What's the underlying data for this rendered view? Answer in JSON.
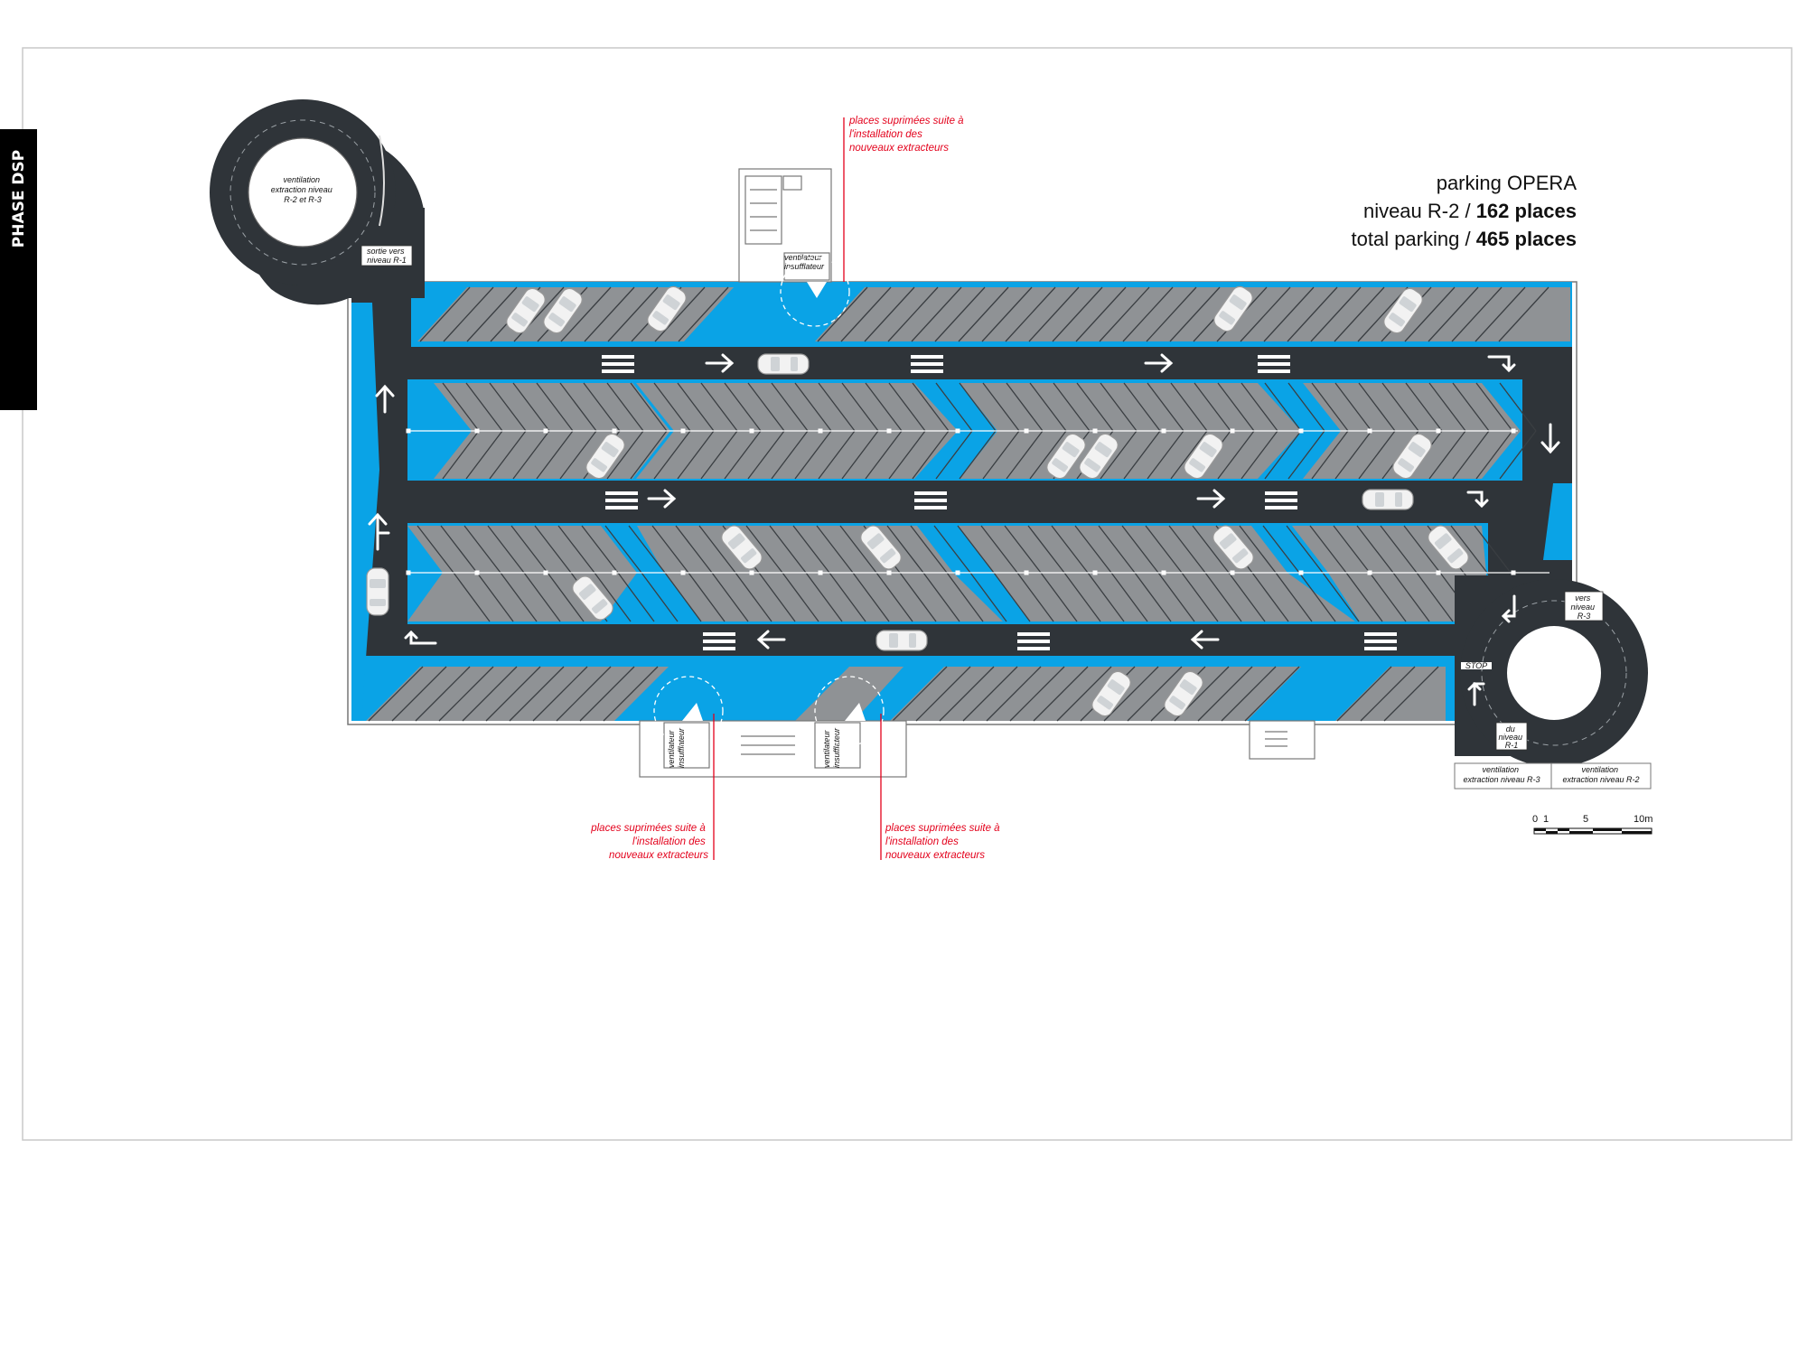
{
  "phase_tab": {
    "label": "PHASE DSP"
  },
  "title": {
    "line1": "parking OPERA",
    "line2_prefix": "niveau R-2 / ",
    "line2_value": "162 places",
    "line3_prefix": "total parking / ",
    "line3_value": "465 places"
  },
  "notes": [
    {
      "lines": [
        "places suprimées suite à",
        "l'installation des",
        "nouveaux extracteurs"
      ]
    },
    {
      "lines": [
        "places suprimées suite à",
        "l'installation des",
        "nouveaux extracteurs"
      ]
    },
    {
      "lines": [
        "places suprimées suite à",
        "l'installation des",
        "nouveaux extracteurs"
      ]
    }
  ],
  "labels": {
    "ramp_left_center": [
      "ventilation",
      "extraction niveau",
      "R-2 et R-3"
    ],
    "ramp_left_exit": [
      "sortie vers",
      "niveau R-1"
    ],
    "ventilateur_top": [
      "ventilateur",
      "insufflateur"
    ],
    "ventilateur_bottom_left": [
      "ventilateur",
      "insufflateur"
    ],
    "ventilateur_bottom_right": [
      "ventilateur",
      "insufflateur"
    ],
    "ramp_right_to": [
      "vers",
      "niveau",
      "R-3"
    ],
    "ramp_right_from": [
      "du",
      "niveau",
      "R-1"
    ],
    "ramp_right_vent_left": [
      "ventilation",
      "extraction niveau R-3"
    ],
    "ramp_right_vent_right": [
      "ventilation",
      "extraction niveau R-2"
    ],
    "stop": "STOP"
  },
  "scale_bar": {
    "ticks": [
      "0",
      "1",
      "5",
      "10m"
    ]
  },
  "colors": {
    "accent_blue": "#0aa3e6",
    "asphalt": "#2f3439",
    "stall_gray": "#8f9295",
    "note_red": "#e3001b"
  }
}
